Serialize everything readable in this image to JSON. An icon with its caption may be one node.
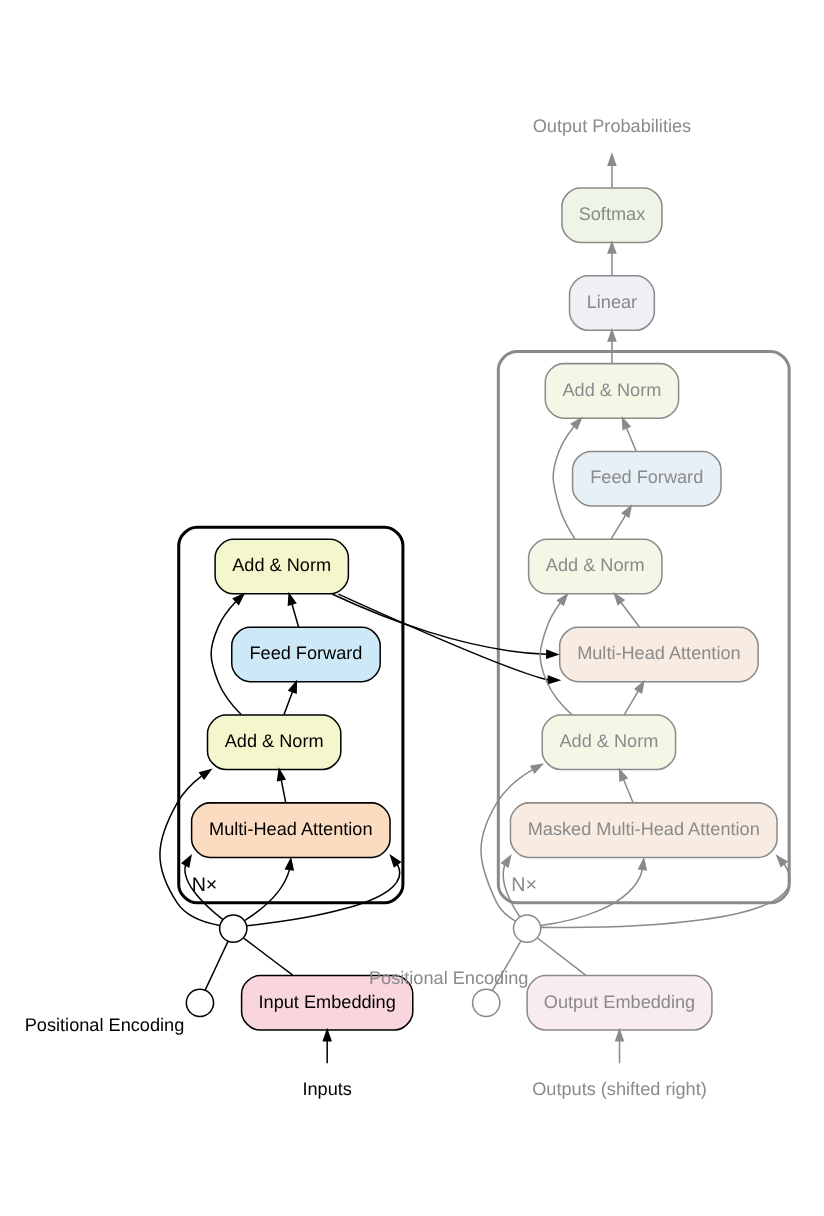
{
  "diagram": {
    "nodes": [
      {
        "text": [],
        "shape": "box",
        "beside": [
          "N×"
        ]
      },
      {
        "text": [
          "Add & Norm"
        ],
        "in": 0
      },
      {
        "text": [
          "Feed Forward"
        ],
        "in": 0
      },
      {
        "text": [
          "Add & Norm"
        ],
        "in": 0
      },
      {
        "text": [
          "Multi-Head Attention"
        ],
        "in": 0
      },
      {
        "text": [],
        "shape": "circle"
      },
      {
        "text": [],
        "shape": "circle",
        "beside": [
          "Positional Encoding"
        ]
      },
      {
        "text": [
          "Input Embedding"
        ]
      },
      {
        "text": [
          "Inputs"
        ]
      },
      {
        "text": [],
        "shape": "box",
        "beside": [
          "N×"
        ]
      },
      {
        "text": [
          "Add & Norm"
        ],
        "in": 9
      },
      {
        "text": [
          "Feed Forward"
        ],
        "in": 9
      },
      {
        "text": [
          "Add & Norm"
        ],
        "in": 9
      },
      {
        "text": [
          "Multi-Head Attention"
        ],
        "in": 9
      },
      {
        "text": [
          "Add & Norm"
        ],
        "in": 9
      },
      {
        "text": [
          "Masked Multi-Head Attention"
        ],
        "in": 9
      },
      {
        "text": [],
        "shape": "circle"
      },
      {
        "text": [],
        "shape": "circle",
        "beside": [
          "Positional Encoding"
        ]
      },
      {
        "text": [
          "Output Embedding"
        ]
      },
      {
        "text": [
          "Outputs (shifted right)"
        ]
      },
      {
        "text": [
          "Linear"
        ]
      },
      {
        "text": [
          "Softmax"
        ]
      },
      {
        "text": [
          "Output Probabilities"
        ]
      }
    ],
    "edges": [
      {
        "from": 8,
        "to": 7,
        "arrow": "to",
        "color": "#000000"
      },
      {
        "from": 7,
        "to": 5,
        "arrow": "none",
        "color": "#000000"
      },
      {
        "from": 6,
        "to": 5,
        "arrow": "none",
        "color": "#000000"
      },
      {
        "from": 5,
        "to": 4,
        "arrow": "to",
        "color": "#000000"
      },
      {
        "from": 5,
        "to": 4,
        "arrow": "to",
        "color": "#000000"
      },
      {
        "from": 5,
        "to": 4,
        "arrow": "to",
        "color": "#000000"
      },
      {
        "from": 5,
        "to": 3,
        "arrow": "to",
        "color": "#000000"
      },
      {
        "from": 4,
        "to": 3,
        "arrow": "to",
        "color": "#000000"
      },
      {
        "from": 3,
        "to": 2,
        "arrow": "to",
        "color": "#000000"
      },
      {
        "from": 3,
        "to": 1,
        "arrow": "to",
        "color": "#000000"
      },
      {
        "from": 2,
        "to": 1,
        "arrow": "to",
        "color": "#000000"
      },
      {
        "from": 1,
        "to": 13,
        "arrow": "to",
        "color": "#000000"
      },
      {
        "from": 1,
        "to": 13,
        "arrow": "to",
        "color": "#000000"
      },
      {
        "from": 19,
        "to": 18,
        "arrow": "to"
      },
      {
        "from": 18,
        "to": 16,
        "arrow": "none"
      },
      {
        "from": 17,
        "to": 16,
        "arrow": "none"
      },
      {
        "from": 16,
        "to": 15,
        "arrow": "to"
      },
      {
        "from": 16,
        "to": 15,
        "arrow": "to"
      },
      {
        "from": 16,
        "to": 15,
        "arrow": "to"
      },
      {
        "from": 16,
        "to": 14,
        "arrow": "to"
      },
      {
        "from": 15,
        "to": 14,
        "arrow": "to"
      },
      {
        "from": 14,
        "to": 13,
        "arrow": "to"
      },
      {
        "from": 14,
        "to": 12,
        "arrow": "to"
      },
      {
        "from": 13,
        "to": 12,
        "arrow": "to"
      },
      {
        "from": 12,
        "to": 11,
        "arrow": "to"
      },
      {
        "from": 12,
        "to": 10,
        "arrow": "to"
      },
      {
        "from": 11,
        "to": 10,
        "arrow": "to"
      },
      {
        "from": 10,
        "to": 20,
        "arrow": "to"
      },
      {
        "from": 20,
        "to": 21,
        "arrow": "to"
      },
      {
        "from": 21,
        "to": 22,
        "arrow": "to"
      }
    ]
  }
}
